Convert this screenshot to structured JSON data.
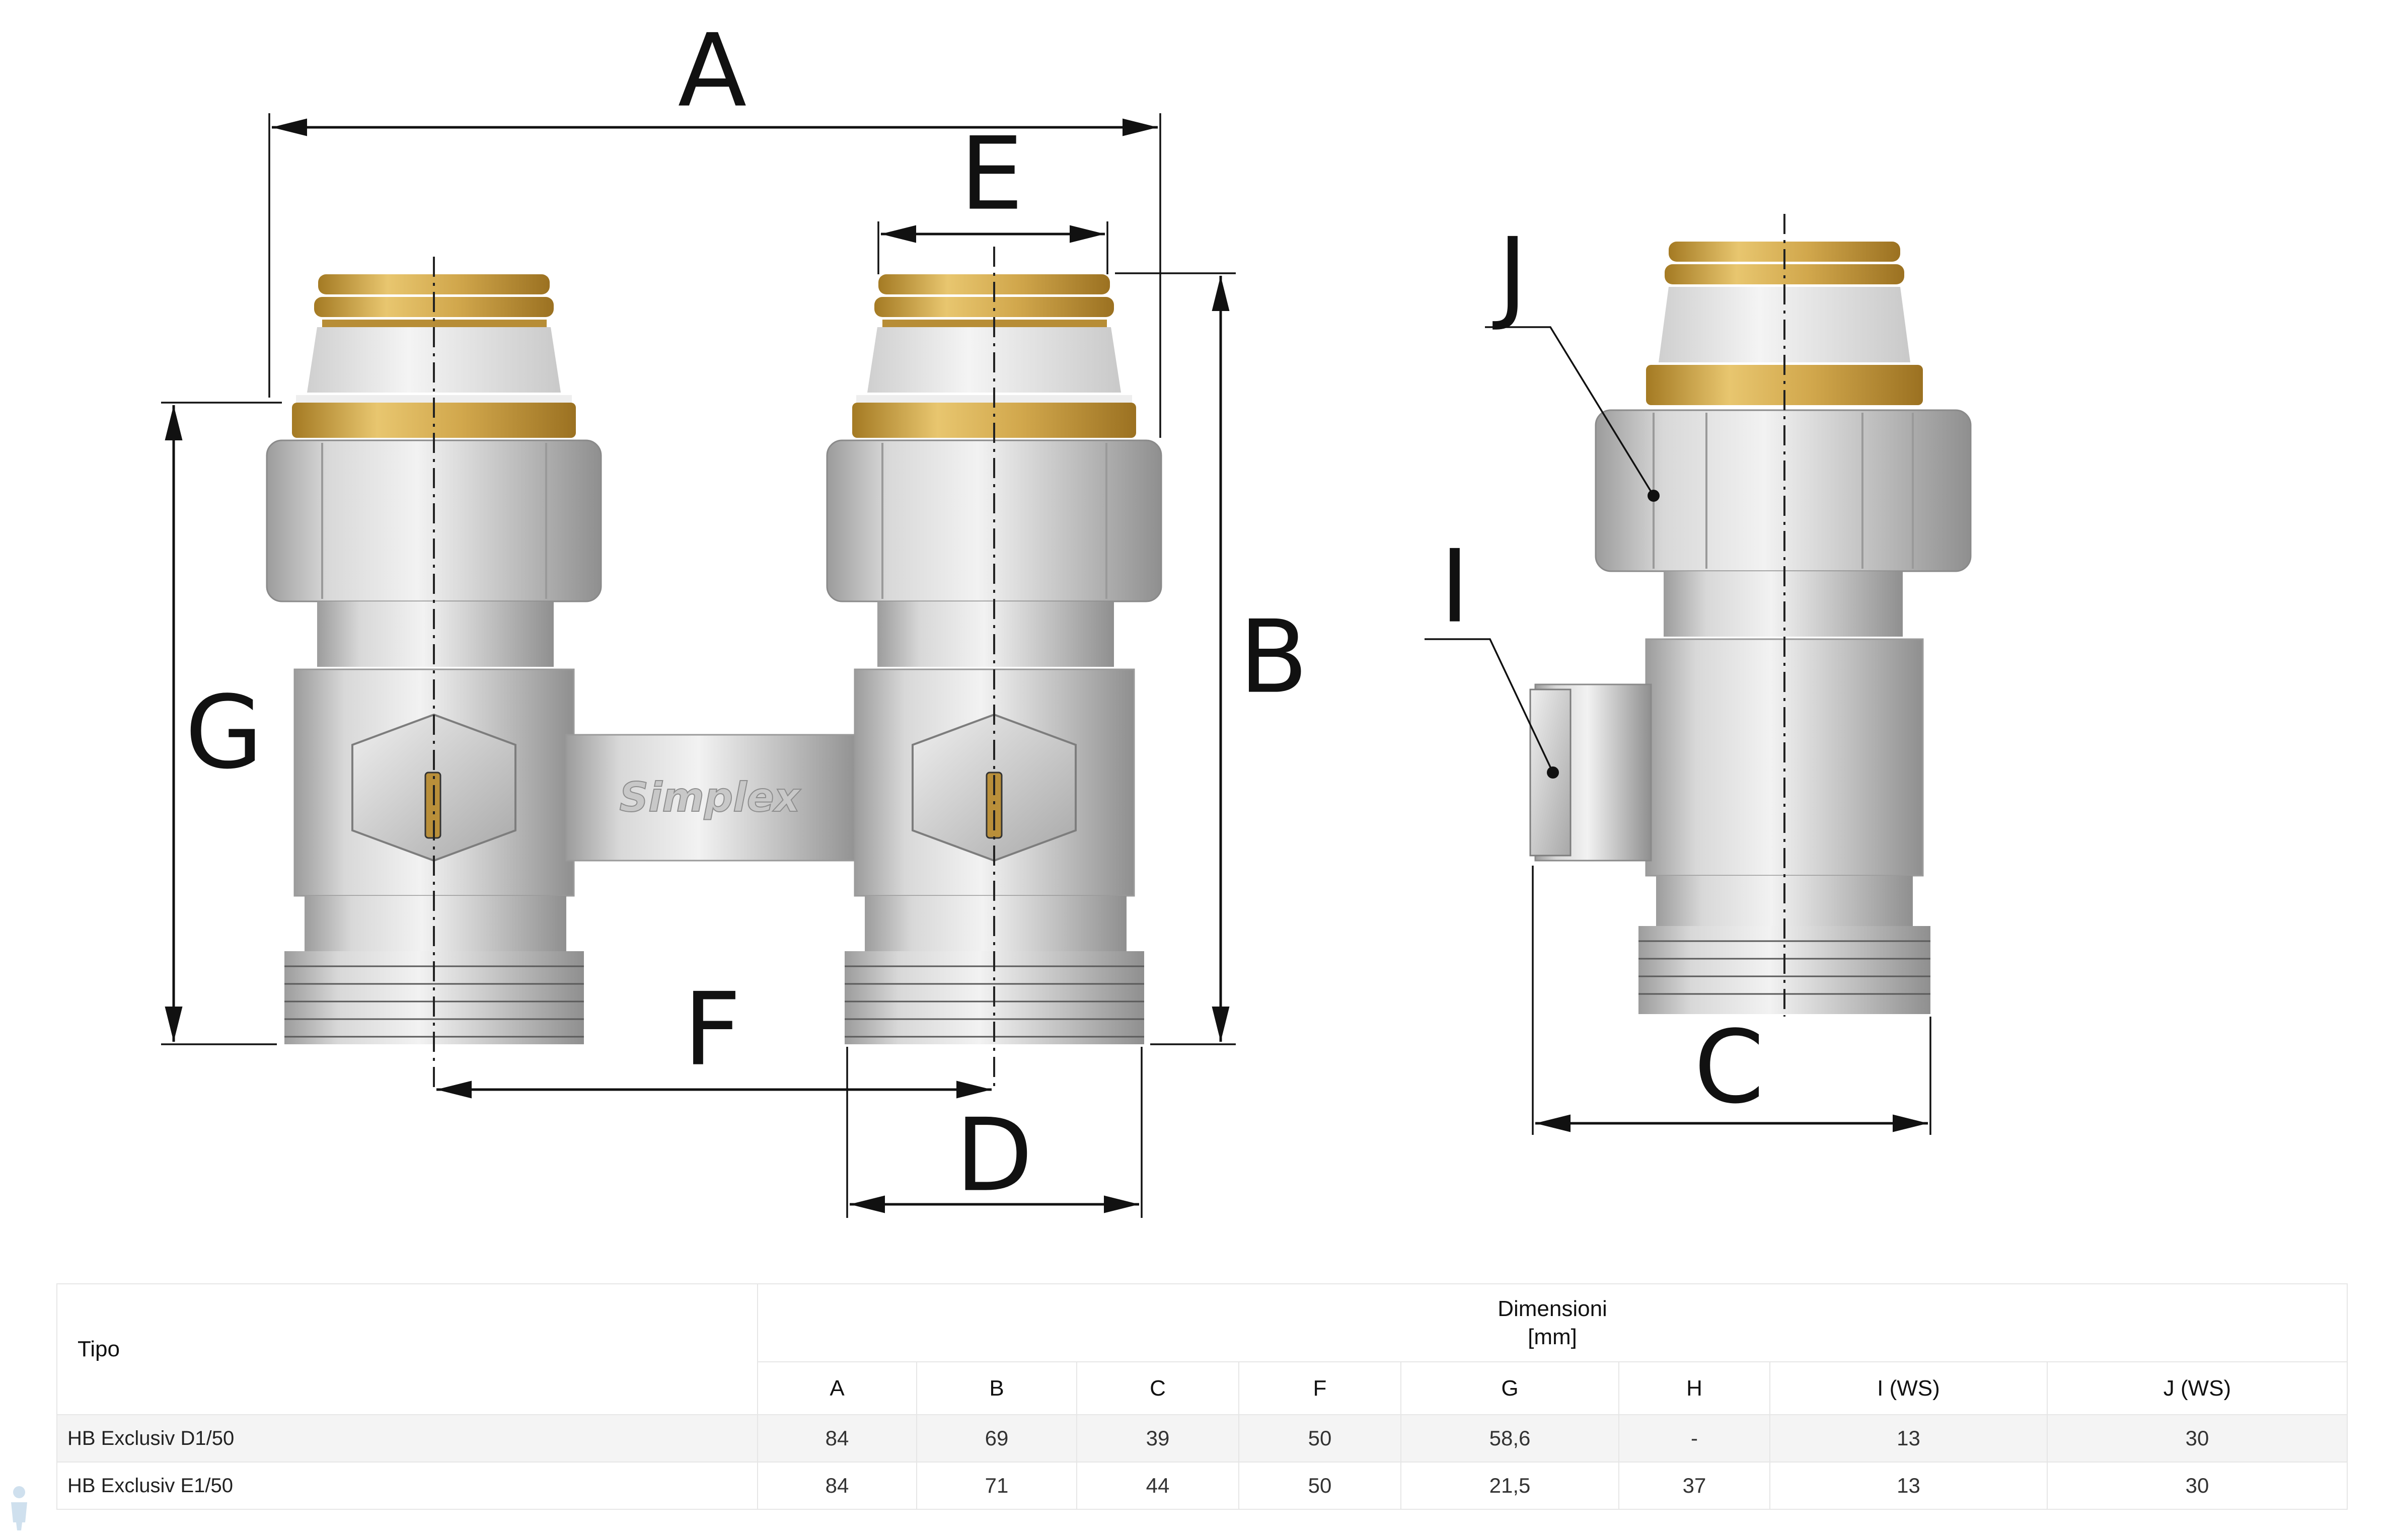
{
  "diagram": {
    "labels": {
      "A": "A",
      "B": "B",
      "C": "C",
      "D": "D",
      "E": "E",
      "F": "F",
      "G": "G",
      "I": "I",
      "J": "J"
    },
    "brand_mark": "Simplex"
  },
  "table": {
    "type_header": "Tipo",
    "group_header_line1": "Dimensioni",
    "group_header_line2": "[mm]",
    "columns": [
      "A",
      "B",
      "C",
      "F",
      "G",
      "H",
      "I (WS)",
      "J (WS)"
    ],
    "rows": [
      {
        "name": "HB Exclusiv D1/50",
        "values": [
          "84",
          "69",
          "39",
          "50",
          "58,6",
          "-",
          "13",
          "30"
        ]
      },
      {
        "name": "HB Exclusiv E1/50",
        "values": [
          "84",
          "71",
          "44",
          "50",
          "21,5",
          "37",
          "13",
          "30"
        ]
      }
    ]
  },
  "colors": {
    "brass": "#c9a24a",
    "nickel": "#c4c4c4",
    "nut_white": "#e9e9e9",
    "line": "#111111"
  }
}
